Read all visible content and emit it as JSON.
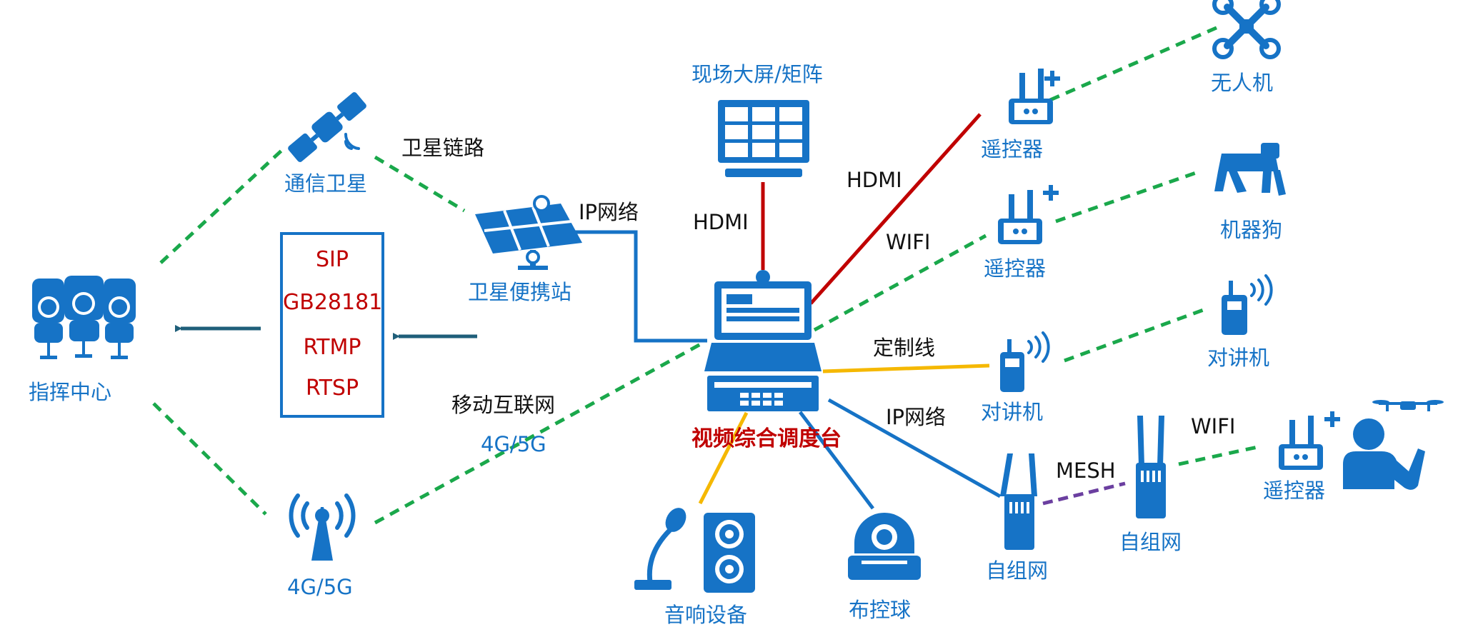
{
  "nodes": {
    "command_center": "指挥中心",
    "satellite": "通信卫星",
    "portable_station": "卫星便携站",
    "cell_tower": "4G/5G",
    "screen": "现场大屏/矩阵",
    "console": "视频综合调度台",
    "audio": "音响设备",
    "ptz_camera": "布控球",
    "drone": "无人机",
    "remote_drone": "遥控器",
    "robot_dog": "机器狗",
    "remote_dog": "遥控器",
    "walkie_1": "对讲机",
    "walkie_2": "对讲机",
    "mesh_1": "自组网",
    "mesh_2": "自组网",
    "remote_operator": "遥控器"
  },
  "links": {
    "satellite_link": "卫星链路",
    "ip_network_top": "IP网络",
    "hdmi_screen": "HDMI",
    "hdmi_drone": "HDMI",
    "wifi_dog": "WIFI",
    "custom_line": "定制线",
    "ip_network_mesh": "IP网络",
    "mesh": "MESH",
    "wifi_operator": "WIFI",
    "mobile_internet": "移动互联网",
    "mobile_4g5g": "4G/5G"
  },
  "protocols": [
    "SIP",
    "GB28181",
    "RTMP",
    "RTSP"
  ],
  "colors": {
    "icon_blue": "#1673c6",
    "wireless_green": "#1aa84b",
    "hdmi_red": "#c00000",
    "custom_yellow": "#f5b800",
    "mesh_purple": "#6b3fa0",
    "arrow_teal": "#1f5f7a"
  }
}
